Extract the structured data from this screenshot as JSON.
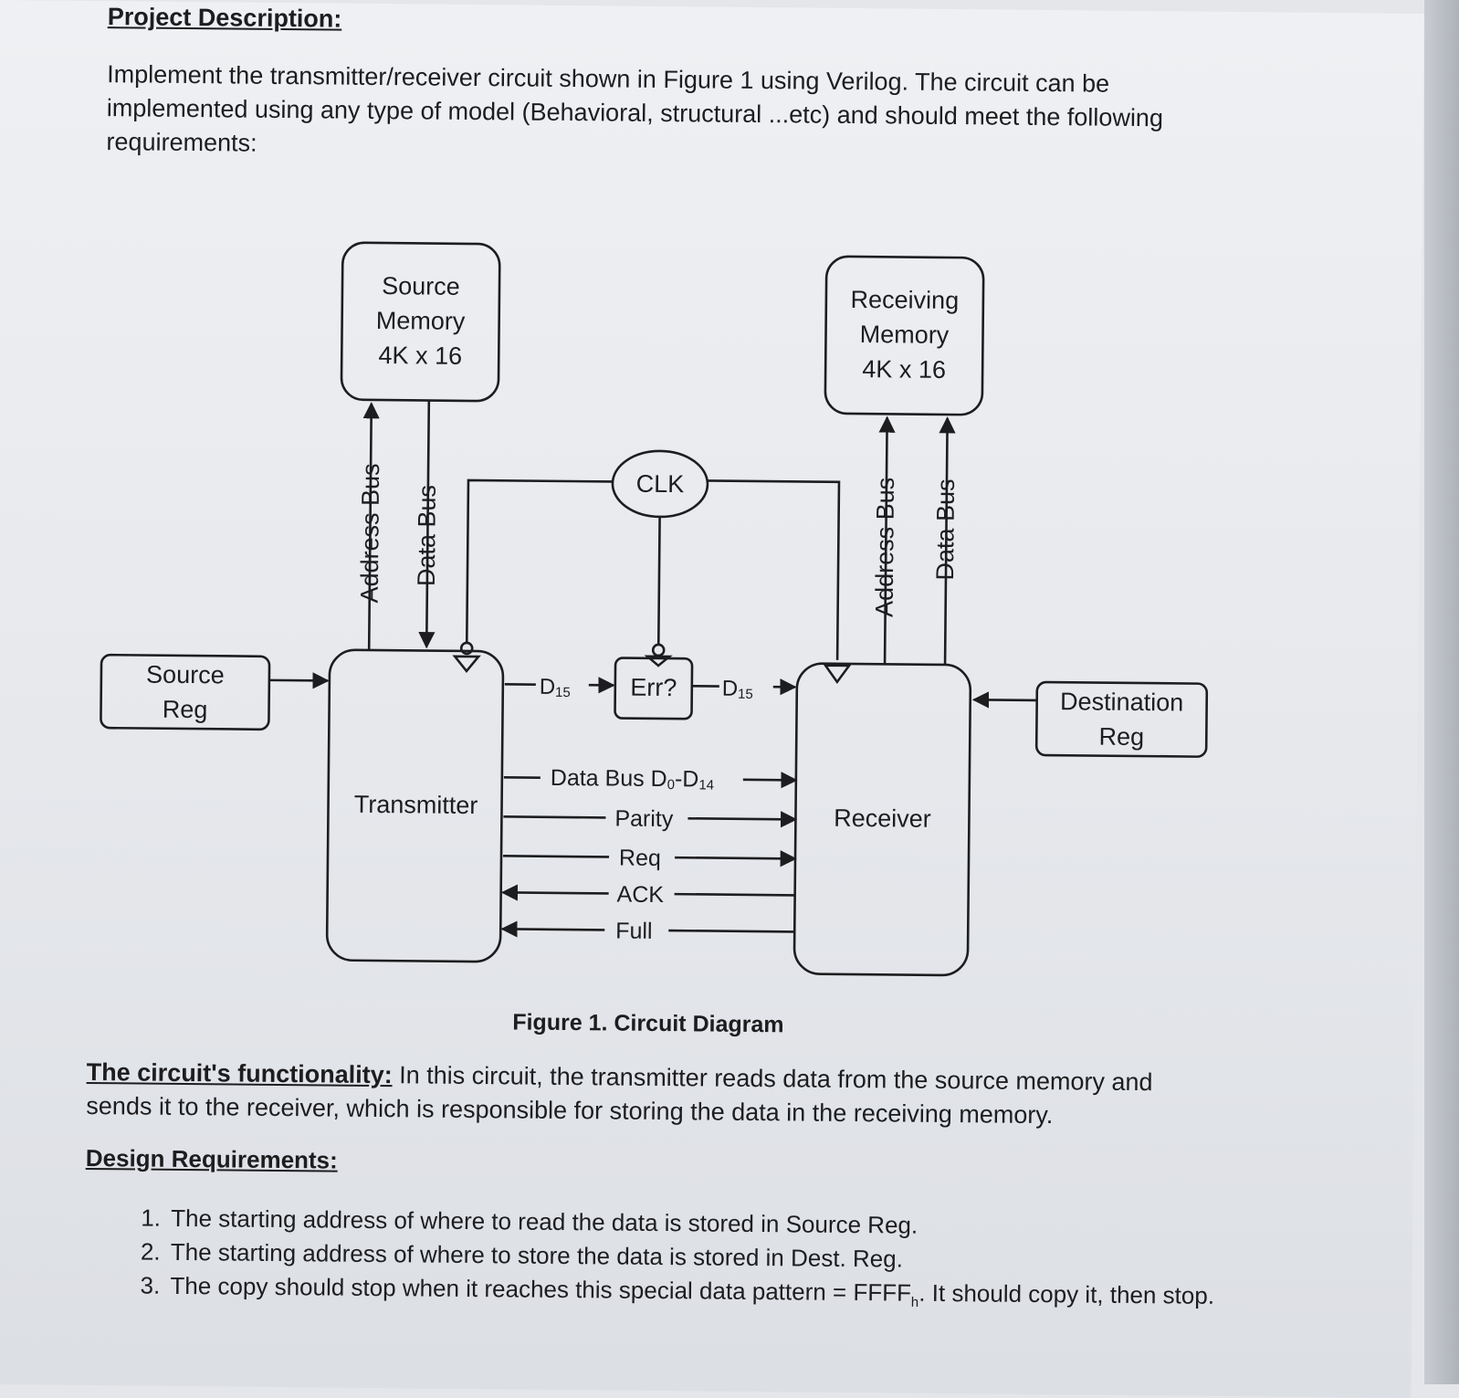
{
  "project_heading": "Project Description:",
  "intro": "Implement the transmitter/receiver circuit shown in Figure 1 using Verilog. The circuit can be implemented using any type of model (Behavioral, structural ...etc) and should meet the following requirements:",
  "diagram": {
    "source_memory": [
      "Source",
      "Memory",
      "4K x 16"
    ],
    "receiving_memory": [
      "Receiving",
      "Memory",
      "4K x 16"
    ],
    "source_reg": [
      "Source",
      "Reg"
    ],
    "destination_reg": [
      "Destination",
      "Reg"
    ],
    "transmitter": "Transmitter",
    "receiver": "Receiver",
    "clk": "CLK",
    "err": "Err?",
    "address_bus": "Address Bus",
    "data_bus": "Data Bus",
    "d15_left": "D15",
    "d15_right": "D15",
    "data_bus_d0_d14": "Data Bus D0-D14",
    "parity": "Parity",
    "req": "Req",
    "ack": "ACK",
    "full": "Full"
  },
  "figure_caption": "Figure 1. Circuit Diagram",
  "functionality_label": "The circuit's functionality:",
  "functionality_text": " In this circuit, the transmitter reads data from the source memory and sends it to the receiver, which is responsible for storing the data in the receiving memory.",
  "design_heading": "Design Requirements:",
  "requirements": [
    "The starting address of where to read the data is stored in Source Reg.",
    "The starting address of where to store the data is stored in Dest. Reg.",
    "The copy should stop when it reaches this special data pattern = FFFFh. It should copy it, then stop."
  ]
}
